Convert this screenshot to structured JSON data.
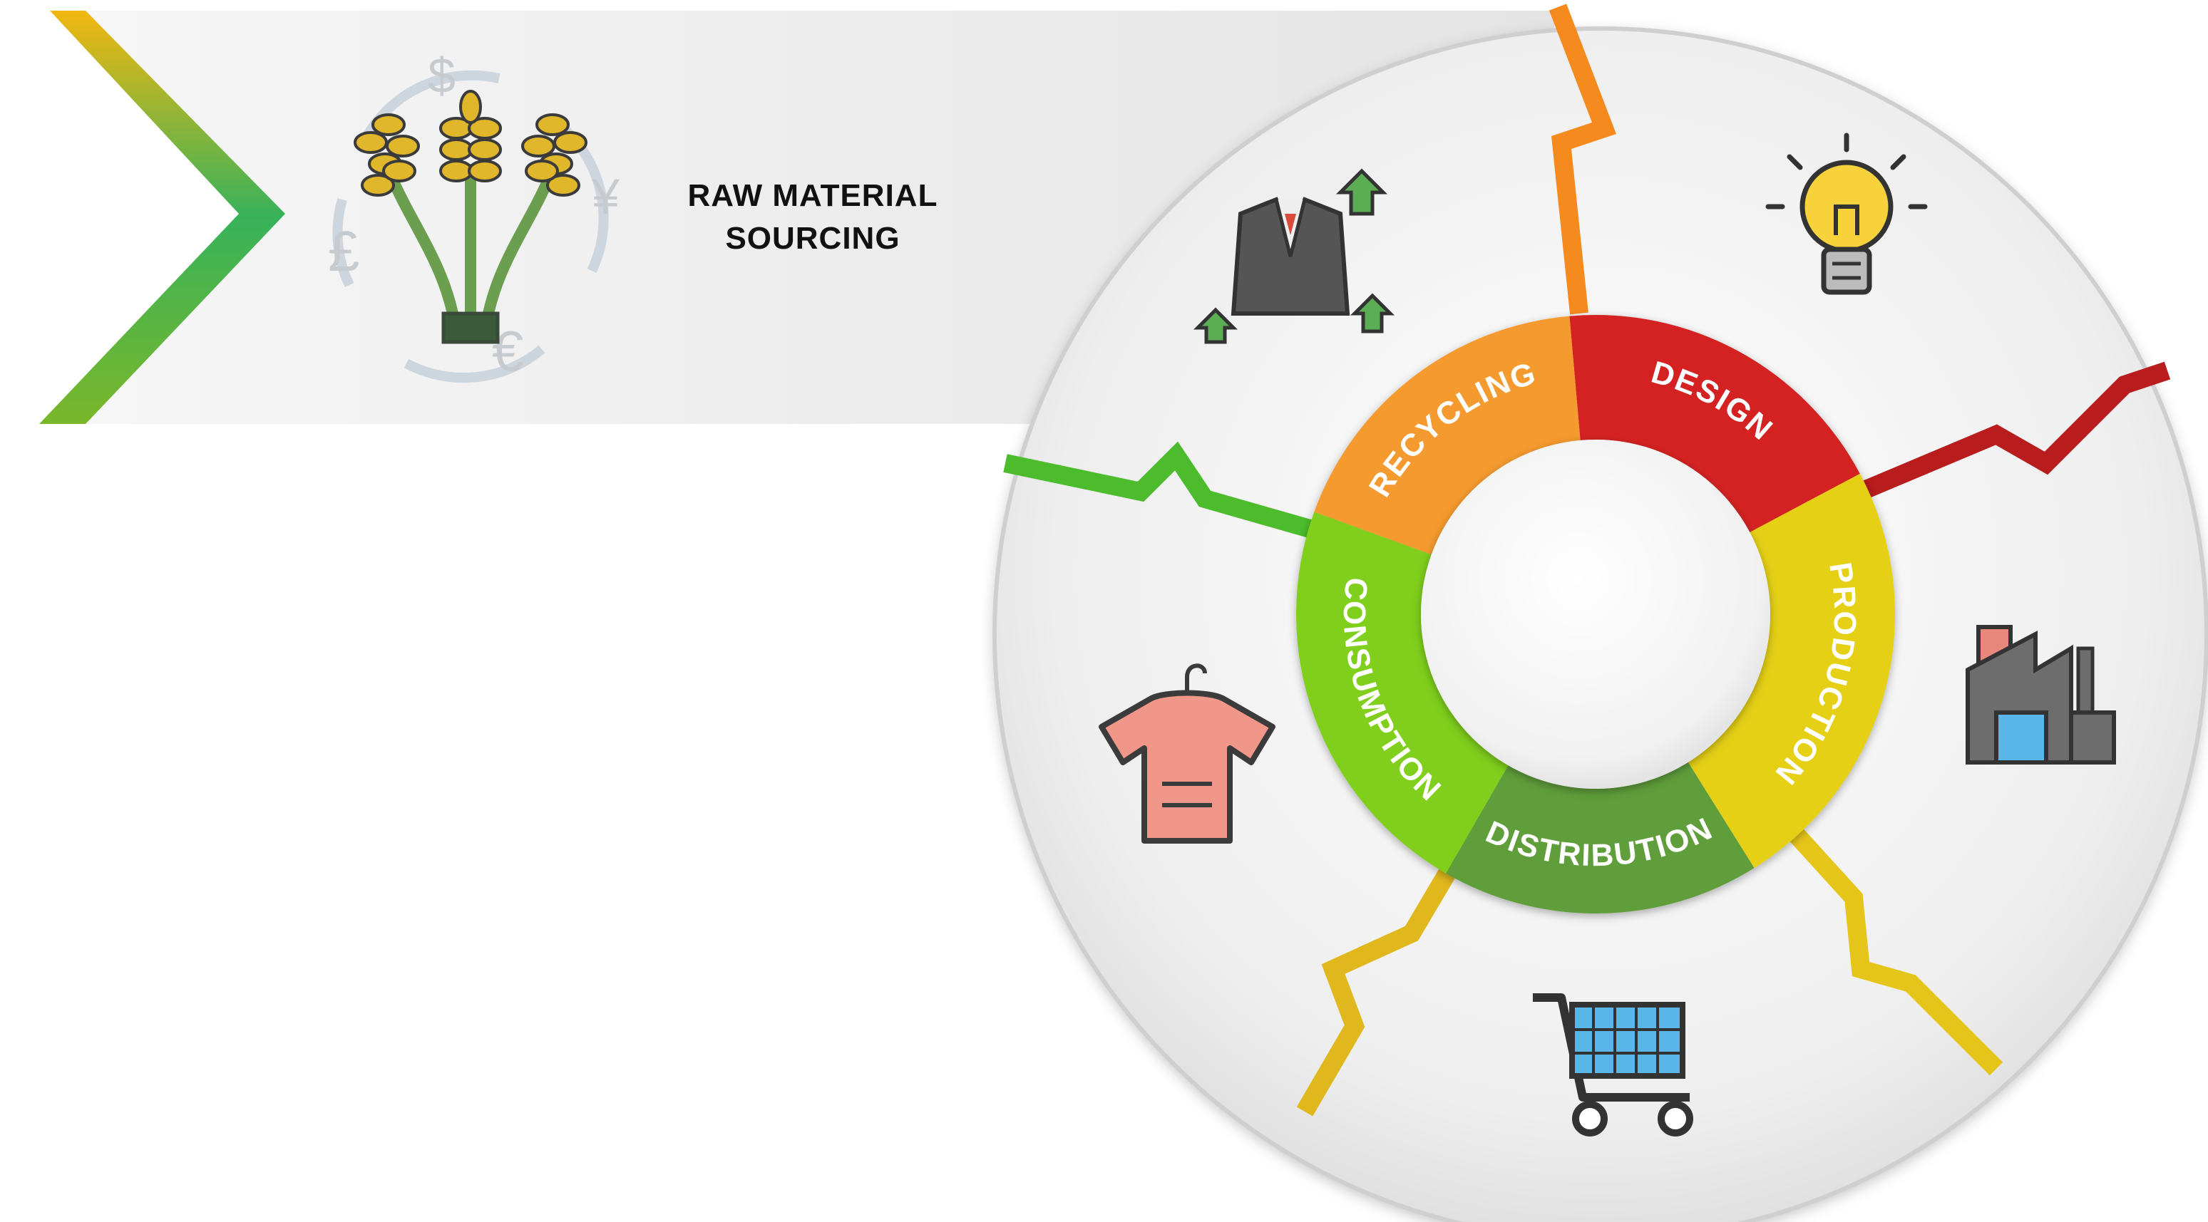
{
  "raw_material": {
    "line1": "RAW MATERIAL",
    "line2": "SOURCING",
    "icon": "wheat-currency-icon"
  },
  "stages": [
    {
      "key": "design",
      "label": "DESIGN",
      "color": "#d42222",
      "icon": "lightbulb-icon"
    },
    {
      "key": "production",
      "label": "PRODUCTION",
      "color": "#e5d018",
      "icon": "factory-icon"
    },
    {
      "key": "distribution",
      "label": "DISTRIBUTION",
      "color": "#5e9e3a",
      "icon": "shopping-cart-icon"
    },
    {
      "key": "consumption",
      "label": "CONSUMPTION",
      "color": "#7fcf1e",
      "icon": "t-shirt-icon"
    },
    {
      "key": "recycling",
      "label": "RECYCLING",
      "color": "#f59a2e",
      "icon": "suit-jacket-icon"
    }
  ],
  "colors": {
    "arrow_gradient": [
      "#f2b711",
      "#5fbf3a",
      "#10a878"
    ],
    "banner": "#eeeeee",
    "disc": "#ececec"
  }
}
